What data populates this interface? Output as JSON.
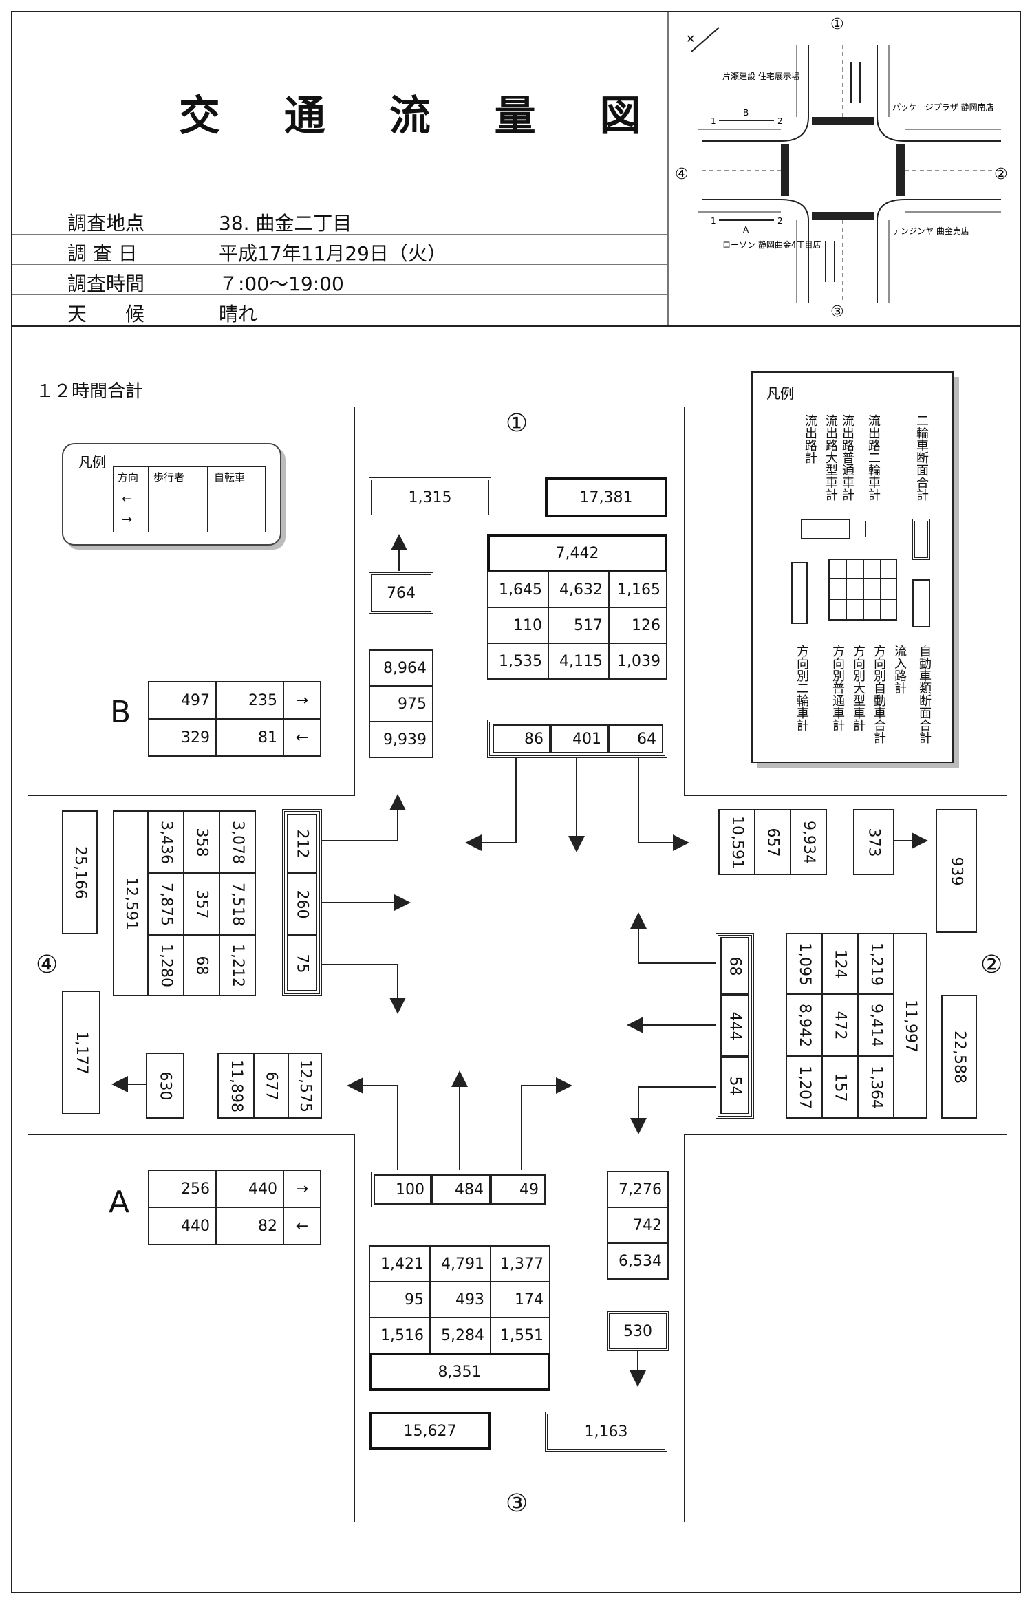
{
  "title": "交 通 流 量 図",
  "survey": {
    "location_label": "調査地点",
    "location_value": "38. 曲金二丁目",
    "date_label": "調 査 日",
    "date_value": "平成17年11月29日（火）",
    "time_label": "調査時間",
    "time_value": "７:00〜19:00",
    "weather_label": "天　　候",
    "weather_value": "晴れ"
  },
  "map": {
    "n1": "①",
    "n2": "②",
    "n3": "③",
    "n4": "④",
    "shop_nw": "片瀬建設 住宅展示場",
    "shop_ne": "パッケージプラザ 静岡南店",
    "shop_se": "テンジンヤ 曲金売店",
    "shop_sw": "ローソン 静岡曲金4丁目店",
    "b_label": "B",
    "a_label": "A",
    "one": "1",
    "two": "2"
  },
  "section_label": "１２時間合計",
  "ped_legend": {
    "title": "凡例",
    "col_dir": "方向",
    "col_ped": "歩行者",
    "col_bike": "自転車",
    "left": "←",
    "right": "→"
  },
  "legend": {
    "title": "凡例",
    "top": [
      "流出路計",
      "流出路大型車計",
      "流出路普通車計",
      "流出路二輪車計",
      "二輪車断面合計"
    ],
    "bottom": [
      "方向別二輪車計",
      "方向別普通車計",
      "方向別大型車計",
      "方向別自動車合計",
      "流入路計",
      "自動車類断面合計"
    ]
  },
  "approach_labels": {
    "n": "①",
    "e": "②",
    "s": "③",
    "w": "④"
  },
  "B": {
    "label": "B",
    "r1": [
      "497",
      "235",
      "→"
    ],
    "r2": [
      "329",
      "81",
      "←"
    ]
  },
  "A": {
    "label": "A",
    "r1": [
      "256",
      "440",
      "→"
    ],
    "r2": [
      "440",
      "82",
      "←"
    ]
  },
  "north": {
    "bike_section": "1,315",
    "car_section": "17,381",
    "inflow": "7,442",
    "grid": [
      [
        "1,645",
        "4,632",
        "1,165"
      ],
      [
        "110",
        "517",
        "126"
      ],
      [
        "1,535",
        "4,115",
        "1,039"
      ]
    ],
    "moto": [
      "86",
      "401",
      "64"
    ],
    "out_moto": "764",
    "out_total": "8,964",
    "out_large": "975",
    "out_normal": "9,939"
  },
  "east": {
    "out_total": "10,591",
    "out_large": "657",
    "out_normal": "9,934",
    "out_moto": "373",
    "bike_section": "939",
    "grid": [
      [
        "1,095",
        "124",
        "1,219"
      ],
      [
        "8,942",
        "472",
        "9,414"
      ],
      [
        "1,207",
        "157",
        "1,364"
      ]
    ],
    "inflow": "11,997",
    "car_section": "22,588",
    "moto": [
      "68",
      "444",
      "54"
    ]
  },
  "south": {
    "moto": [
      "100",
      "484",
      "49"
    ],
    "grid": [
      [
        "1,421",
        "4,791",
        "1,377"
      ],
      [
        "95",
        "493",
        "174"
      ],
      [
        "1,516",
        "5,284",
        "1,551"
      ]
    ],
    "inflow": "8,351",
    "car_section": "15,627",
    "bike_section": "1,163",
    "out_total": "7,276",
    "out_large": "742",
    "out_normal": "6,534",
    "out_moto": "530"
  },
  "west": {
    "car_section": "25,166",
    "inflow": "12,591",
    "grid": [
      [
        "3,436",
        "358",
        "3,078"
      ],
      [
        "7,875",
        "357",
        "7,518"
      ],
      [
        "1,280",
        "68",
        "1,212"
      ]
    ],
    "moto": [
      "212",
      "260",
      "75"
    ],
    "bike_section": "1,177",
    "out_moto": "630",
    "out_normal": "11,898",
    "out_large": "677",
    "out_total": "12,575"
  }
}
